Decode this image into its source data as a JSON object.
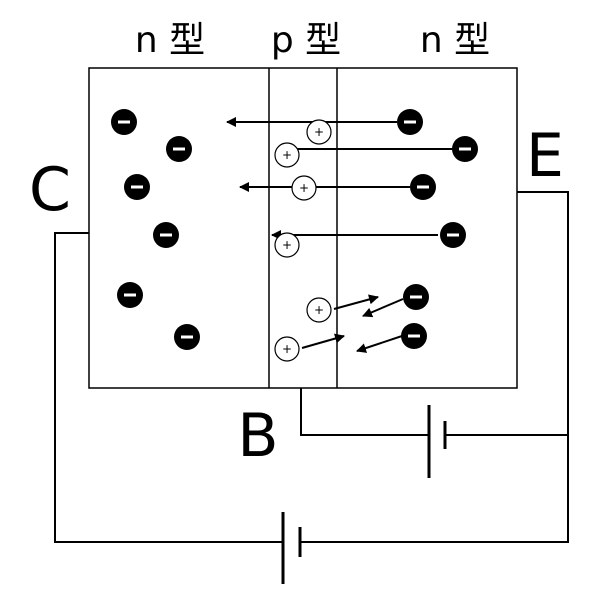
{
  "regions": {
    "left": "n 型",
    "middle": "p 型",
    "right": "n 型"
  },
  "terminals": {
    "collector": "C",
    "base": "B",
    "emitter": "E"
  },
  "symbols": {
    "electron": "−",
    "hole": "+"
  },
  "colors": {
    "line": "#000000",
    "electron_fill": "#000000",
    "hole_fill": "#ffffff"
  }
}
